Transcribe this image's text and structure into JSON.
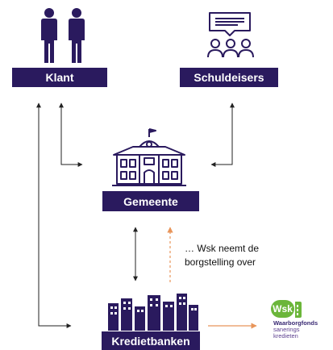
{
  "nodes": {
    "klant": "Klant",
    "schuldeisers": "Schuldeisers",
    "gemeente": "Gemeente",
    "kredietbanken": "Kredietbanken"
  },
  "note": {
    "line1": "… Wsk neemt de",
    "line2": "borgstelling over"
  },
  "logo": {
    "badge": "Wsk",
    "name": "Waarborgfonds",
    "sub1": "sanerings",
    "sub2": "kredieten"
  },
  "colors": {
    "navy": "#2a1a5e",
    "arrow_dark": "#222222",
    "arrow_orange": "#e8955a",
    "logo_green": "#6bb63a"
  }
}
